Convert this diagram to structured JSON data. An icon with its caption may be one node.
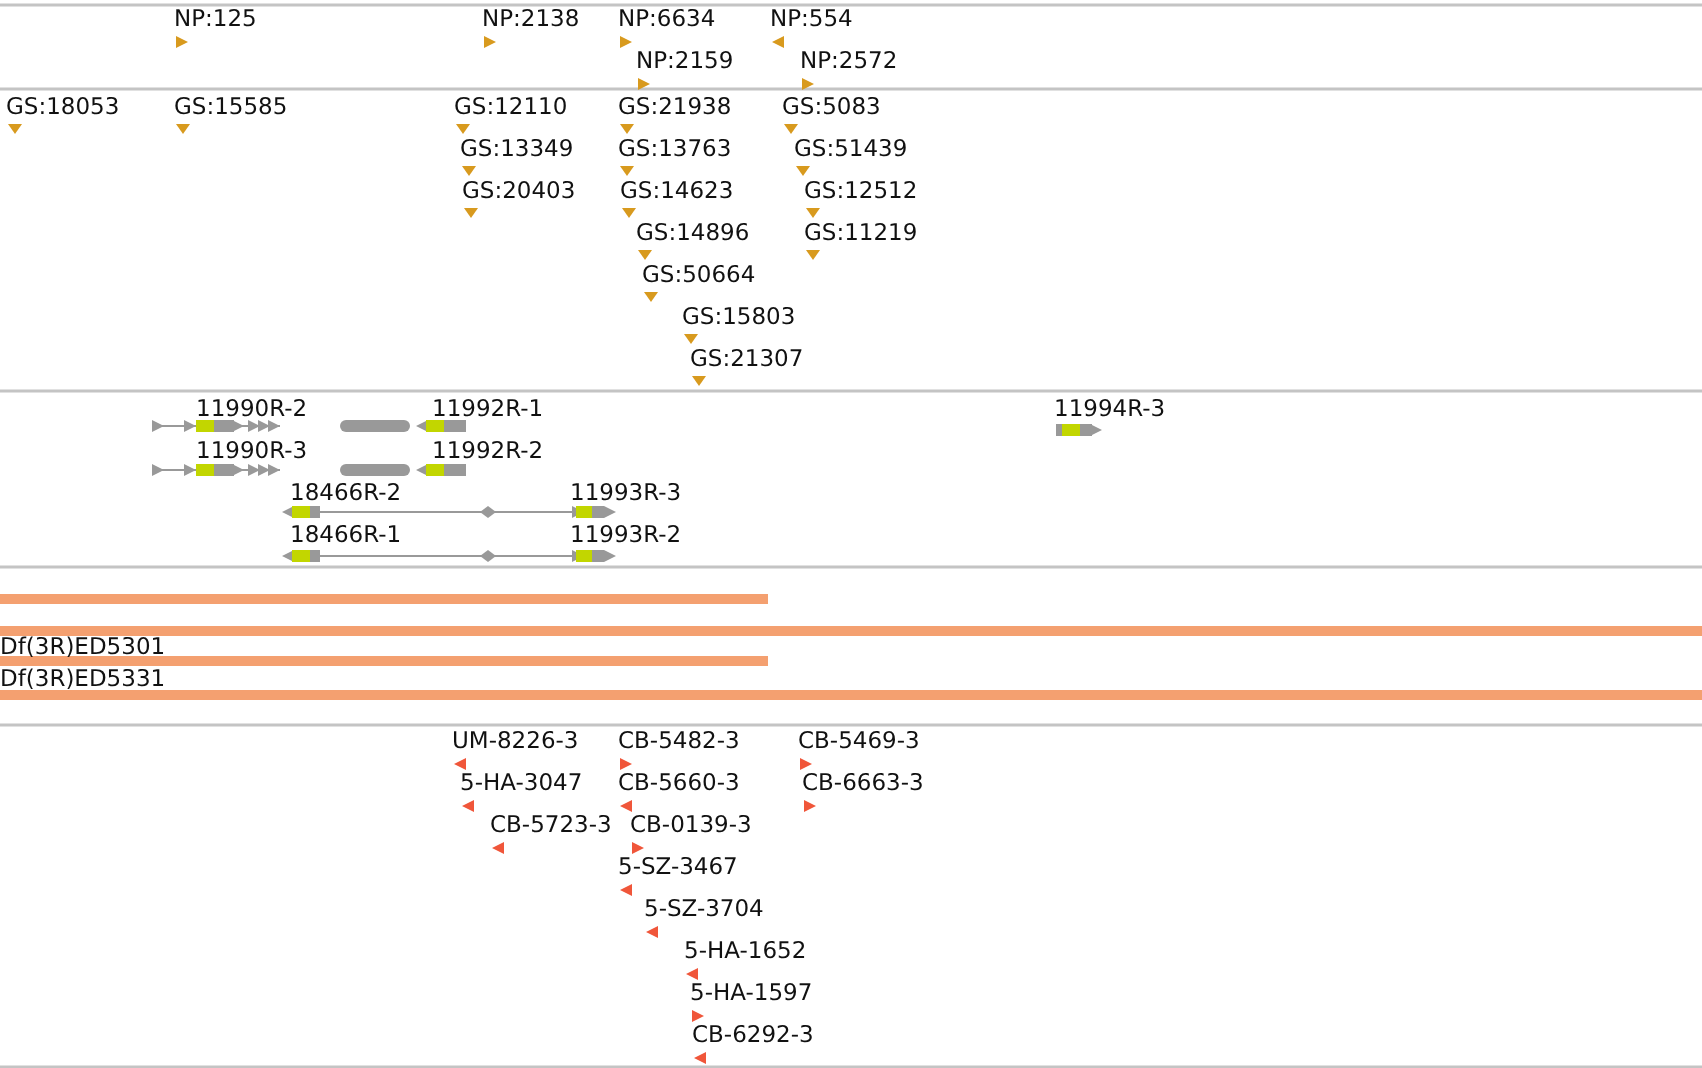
{
  "diagram": {
    "labels": [
      "NP:125",
      "NP:2138",
      "NP:6634",
      "NP:554",
      "NP:2159",
      "NP:2572",
      "GS:18053",
      "GS:15585",
      "GS:12110",
      "GS:21938",
      "GS:5083",
      "GS:13349",
      "GS:13763",
      "GS:51439",
      "GS:20403",
      "GS:14623",
      "GS:12512",
      "GS:14896",
      "GS:11219",
      "GS:50664",
      "GS:15803",
      "GS:21307",
      "11990R-2",
      "11992R-1",
      "11994R-3",
      "11990R-3",
      "11992R-2",
      "18466R-2",
      "11993R-3",
      "18466R-1",
      "11993R-2",
      "Df(3R)ED5301",
      "Df(3R)ED5331",
      "UM-8226-3",
      "CB-5482-3",
      "CB-5469-3",
      "5-HA-3047",
      "CB-5660-3",
      "CB-6663-3",
      "CB-5723-3",
      "CB-0139-3",
      "5-SZ-3467",
      "5-SZ-3704",
      "5-HA-1652",
      "5-HA-1597",
      "CB-6292-3"
    ]
  }
}
